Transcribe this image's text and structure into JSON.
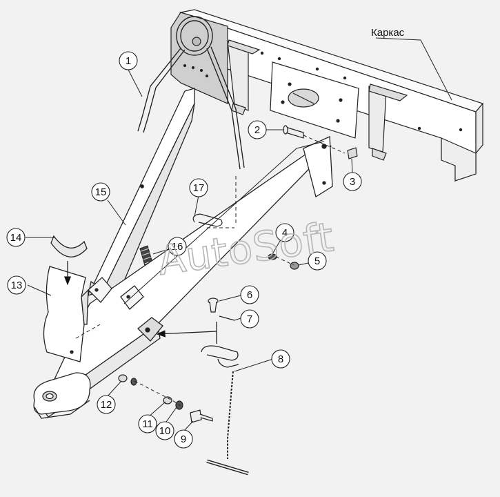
{
  "diagram": {
    "frame_label": "Каркас",
    "watermark": "AutoSoft",
    "callouts": [
      "1",
      "2",
      "3",
      "4",
      "5",
      "6",
      "7",
      "8",
      "9",
      "10",
      "11",
      "12",
      "13",
      "14",
      "15",
      "16",
      "17"
    ]
  }
}
